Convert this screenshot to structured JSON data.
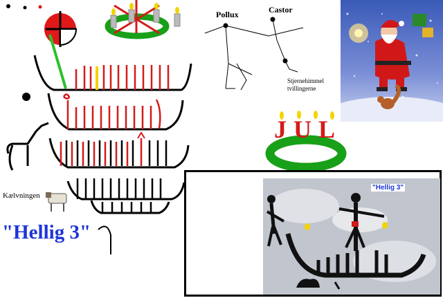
{
  "labels": {
    "calf": "Kælvningen",
    "hellig": "\"Hellig 3\"",
    "pollux": "Pollux",
    "castor": "Castor",
    "star_clusters": "Stjernehimmel tvillingerne",
    "rock_caption": "\"Hellig 3\"",
    "jul": "JUL"
  },
  "icons": {
    "advent_wreath": "advent-wreath-icon",
    "santa": "santa-claus-image",
    "cow": "cow-icon",
    "boats": "rock-carving-boats",
    "pie": "sun-pie-icon"
  },
  "colors": {
    "red": "#d41a1a",
    "green": "#1aa01a",
    "blue": "#1d35d8",
    "yellow": "#f2d400",
    "black": "#000000"
  }
}
